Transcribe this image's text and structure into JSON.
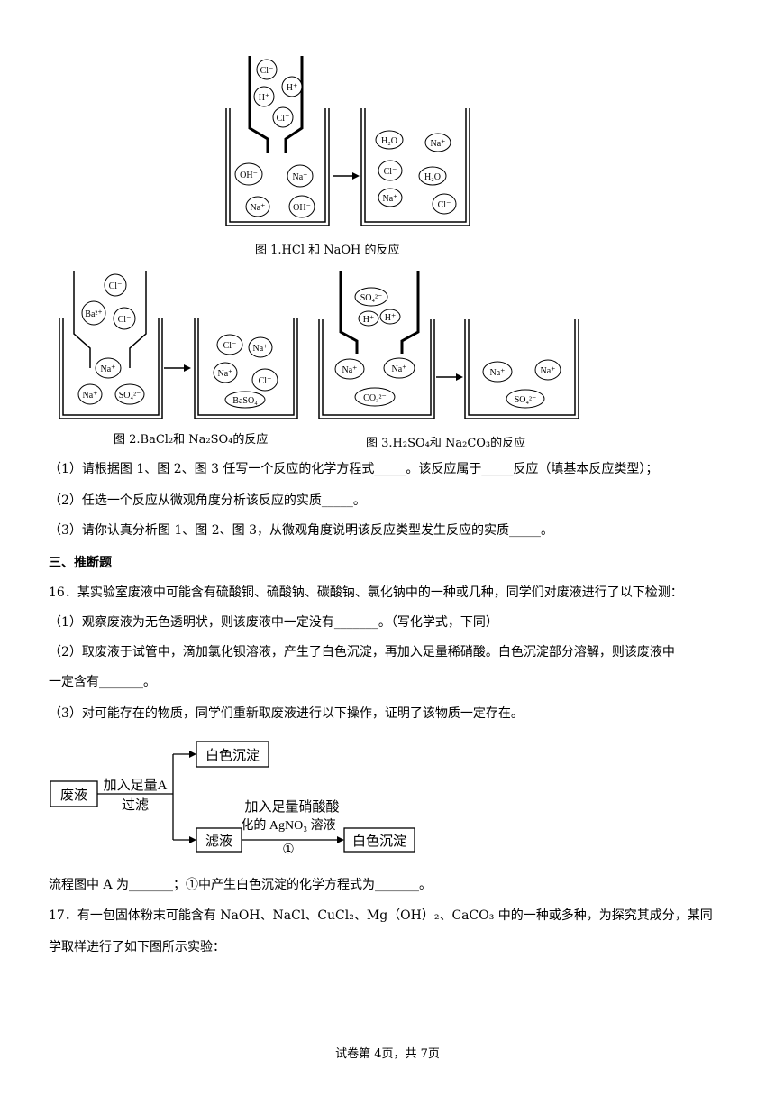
{
  "figures": {
    "fig1_caption": "图 1.HCl 和 NaOH 的反应",
    "fig2_caption": "图 2.BaCl₂和 Na₂SO₄的反应",
    "fig3_caption": "图 3.H₂SO₄和 Na₂CO₃的反应",
    "fig1_dropper": [
      "Cl⁻",
      "H⁺",
      "H⁺",
      "Cl⁻"
    ],
    "fig1_beaker": [
      "OH⁻",
      "Na⁺",
      "Na⁺",
      "OH⁻"
    ],
    "fig1_product": [
      "H₂O",
      "Na⁺",
      "Cl⁻",
      "H₂O",
      "Na⁺",
      "Cl⁻"
    ],
    "fig2_dropper": [
      "Cl⁻",
      "Ba²⁺",
      "Cl⁻"
    ],
    "fig2_beaker": [
      "Na⁺",
      "Na⁺",
      "SO₄²⁻"
    ],
    "fig2_product": [
      "Cl⁻",
      "Na⁺",
      "Na⁺",
      "Cl⁻",
      "BaSO₄"
    ],
    "fig3_dropper": [
      "SO₄²⁻",
      "H⁺",
      "H⁺"
    ],
    "fig3_beaker": [
      "Na⁺",
      "Na⁺",
      "CO₃²⁻"
    ],
    "fig3_product": [
      "Na⁺",
      "Na⁺",
      "SO₄²⁻"
    ]
  },
  "q15": {
    "p1": "（1）请根据图 1、图 2、图 3 任写一个反应的化学方程式_____。该反应属于_____反应（填基本反应类型）；",
    "p2": "（2）任选一个反应从微观角度分析该反应的实质_____。",
    "p3": "（3）请你认真分析图 1、图 2、图 3，从微观角度说明该反应类型发生反应的实质_____。"
  },
  "section3_title": "三、推断题",
  "q16": {
    "stem": "16．某实验室废液中可能含有硫酸铜、硫酸钠、碳酸钠、氯化钠中的一种或几种，同学们对废液进行了以下检测：",
    "p1": "（1）观察废液为无色透明状，则该废液中一定没有_______。（写化学式，下同）",
    "p2a": "（2）取废液于试管中，滴加氯化钡溶液，产生了白色沉淀，再加入足量稀硝酸。白色沉淀部分溶解，则该废液中",
    "p2b": "一定含有_______。",
    "p3": "（3）对可能存在的物质，同学们重新取废液进行以下操作，证明了该物质一定存在。",
    "flow": {
      "waste": "废液",
      "step1a": "加入足量A",
      "step1b": "过滤",
      "precip1": "白色沉淀",
      "filtrate": "滤液",
      "step2a": "加入足量硝酸酸",
      "step2b": "化的 AgNO₃ 溶液",
      "step2c": "①",
      "precip2": "白色沉淀"
    },
    "after": "流程图中 A 为_______；①中产生白色沉淀的化学方程式为_______。"
  },
  "q17": {
    "l1": "17．有一包固体粉末可能含有 NaOH、NaCl、CuCl₂、Mg（OH）₂、CaCO₃ 中的一种或多种，为探究其成分，某同",
    "l2": "学取样进行了如下图所示实验："
  },
  "footer": "试卷第 4页，共 7页"
}
